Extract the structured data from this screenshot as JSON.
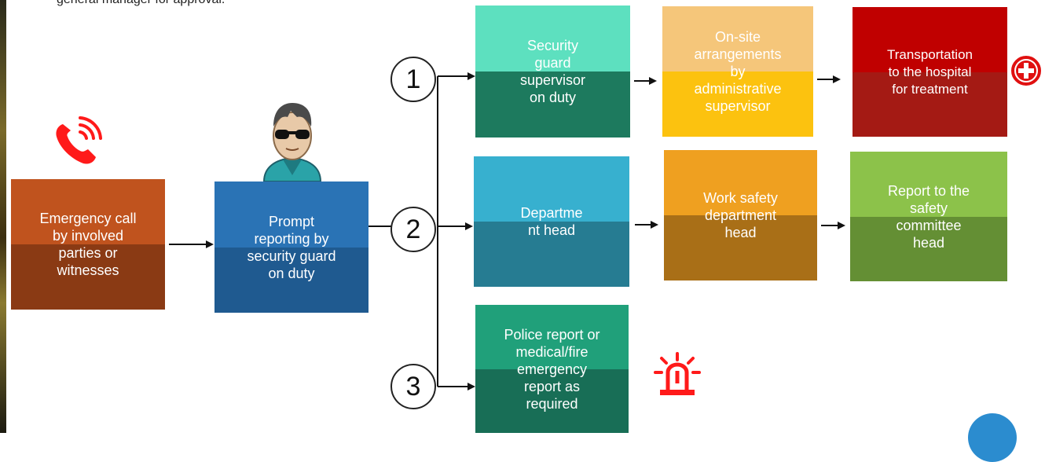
{
  "intro_text": "general manager for approval.",
  "boxes": {
    "emergency_call": "Emergency call\nby involved\nparties or\nwitnesses",
    "prompt_reporting": "Prompt\nreporting by\nsecurity guard\non duty",
    "security_supervisor": "Security\nguard\nsupervisor\non duty",
    "onsite_arrangements": "On-site\narrangements\nby\nadministrative\nsupervisor",
    "transportation": "Transportation\nto the hospital\nfor treatment",
    "department_head": "Departme\nnt head",
    "work_safety": "Work safety\ndepartment\nhead",
    "report_committee": "Report to the\nsafety\ncommittee\nhead",
    "police_report": "Police report or\nmedical/fire\nemergency\nreport as\nrequired"
  },
  "steps": [
    "1",
    "2",
    "3"
  ],
  "icons": [
    "phone-icon",
    "security-guard-avatar",
    "medical-cross-icon",
    "siren-icon"
  ],
  "colors": {
    "emergency": [
      "#c0531e",
      "#8a3a14"
    ],
    "prompt": [
      "#2a73b5",
      "#1f5a90"
    ],
    "security": [
      "#5de0bf",
      "#1d7a5e"
    ],
    "onsite": [
      "#f5c67a",
      "#fcc20f"
    ],
    "transport": [
      "#c00000",
      "#a41a14"
    ],
    "department": [
      "#37b0cf",
      "#267c92"
    ],
    "worksafety": [
      "#efa020",
      "#a96f17"
    ],
    "committee": [
      "#8cc24a",
      "#648f34"
    ],
    "police": [
      "#20a07a",
      "#186e56"
    ],
    "red_icon": "#ff1a1a"
  }
}
